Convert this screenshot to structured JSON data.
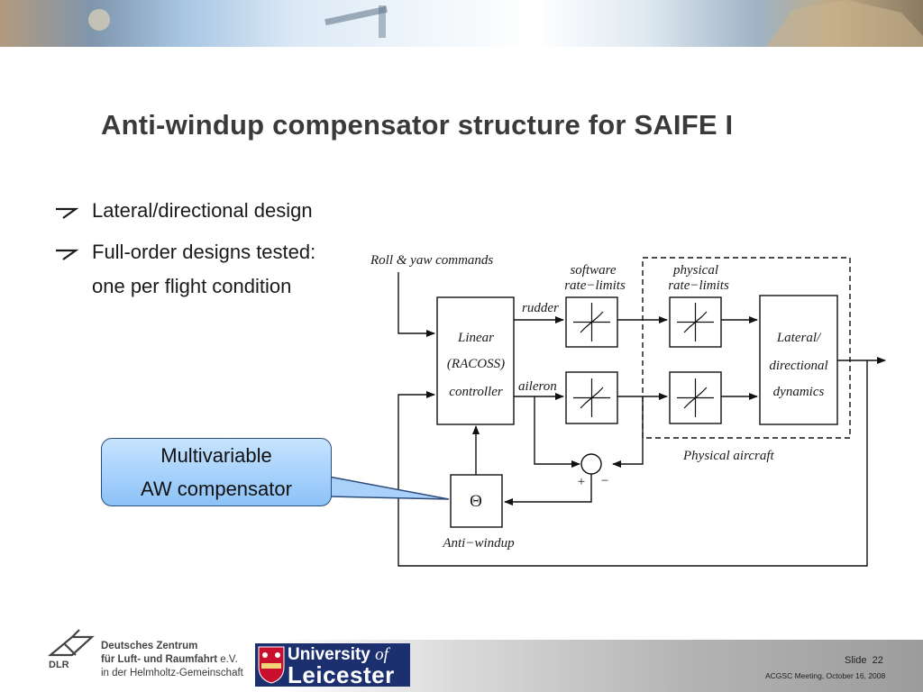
{
  "title": "Anti-windup compensator structure for SAIFE I",
  "bullets": {
    "b1": "Lateral/directional design",
    "b2": "Full-order designs tested:",
    "b2_cont": "one per flight condition"
  },
  "callout": {
    "line1": "Multivariable",
    "line2": "AW compensator"
  },
  "diagram": {
    "input_label": "Roll & yaw commands",
    "controller": {
      "line1": "Linear",
      "line2": "(RACOSS)",
      "line3": "controller"
    },
    "rudder": "rudder",
    "aileron": "aileron",
    "software_line1": "software",
    "software_line2": "rate−limits",
    "physical_line1": "physical",
    "physical_line2": "rate−limits",
    "dynamics": {
      "line1": "Lateral/",
      "line2": "directional",
      "line3": "dynamics"
    },
    "physical_aircraft": "Physical aircraft",
    "antiwindup_symbol": "Θ",
    "antiwindup_label": "Anti−windup",
    "plus": "+",
    "minus": "−"
  },
  "footer": {
    "dlr": {
      "line1": "Deutsches Zentrum",
      "line2_bold": "für Luft- und Raumfahrt",
      "line2_rest": " e.V.",
      "line3": "in der Helmholtz-Gemeinschaft",
      "mark": "DLR"
    },
    "university": {
      "line1": "University",
      "of": "of",
      "line2": "Leicester"
    },
    "slide_label": "Slide",
    "slide_number": "22",
    "meeting": "ACGSC Meeting, October 16, 2008"
  },
  "colors": {
    "title": "#3a3a3a",
    "callout_fill": "#8cc2f7",
    "callout_border": "#2c4c7a",
    "university_blue": "#1c2f6e"
  }
}
